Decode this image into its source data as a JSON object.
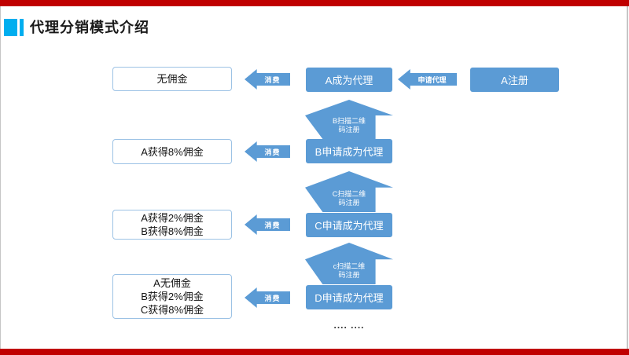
{
  "slide": {
    "title": "代理分销模式介绍"
  },
  "colors": {
    "accent_cyan": "#00AEEF",
    "bar_red": "#C00000",
    "shape_blue": "#5B9BD5",
    "result_box_border": "#9CC2E5"
  },
  "diagram": {
    "rows": [
      {
        "result_lines": [
          "无佣金"
        ],
        "consume_label": "消费",
        "step_label": "A成为代理",
        "apply_label": "申请代理",
        "register_label": "A注册"
      },
      {
        "result_lines": [
          "A获得8%佣金"
        ],
        "consume_label": "消费",
        "step_label": "B申请成为代理"
      },
      {
        "result_lines": [
          "A获得2%佣金",
          "B获得8%佣金"
        ],
        "consume_label": "消费",
        "step_label": "C申请成为代理"
      },
      {
        "result_lines": [
          "A无佣金",
          "B获得2%佣金",
          "C获得8%佣金"
        ],
        "consume_label": "消费",
        "step_label": "D申请成为代理"
      }
    ],
    "up_arrows": [
      {
        "lines": [
          "B扫描二维",
          "码注册"
        ]
      },
      {
        "lines": [
          "C扫描二维",
          "码注册"
        ]
      },
      {
        "lines": [
          "c扫描二维",
          "码注册"
        ]
      }
    ],
    "ellipsis": ".... ...."
  }
}
